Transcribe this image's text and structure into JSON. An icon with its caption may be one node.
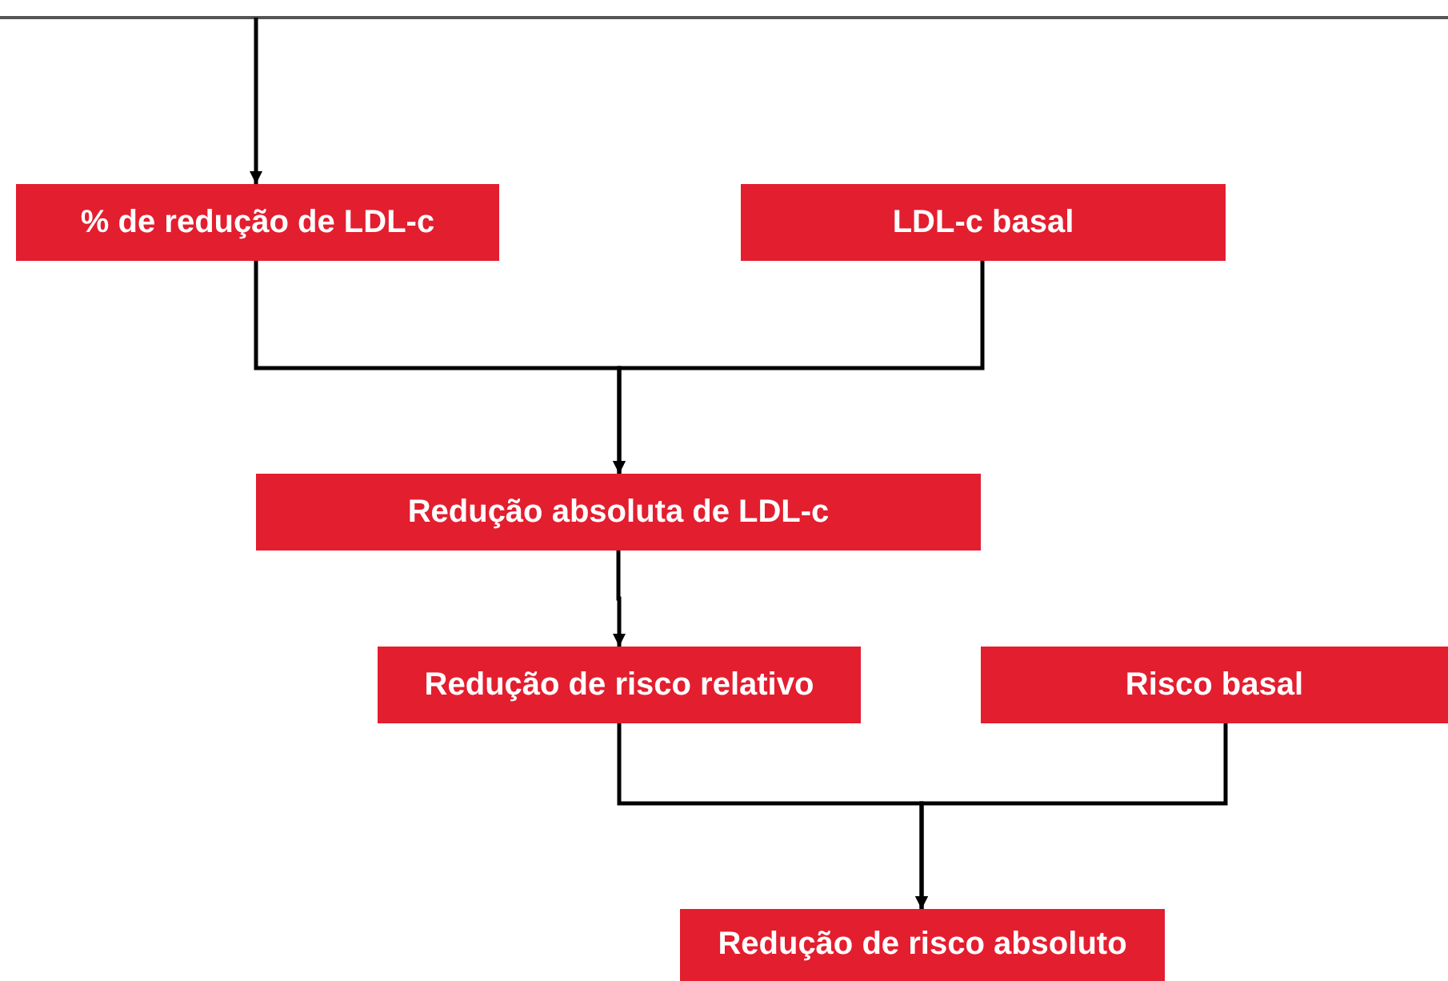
{
  "diagram": {
    "nodes": [
      {
        "text": [
          "% de redução de LDL-c"
        ]
      },
      {
        "text": [
          "LDL-c basal"
        ]
      },
      {
        "text": [
          "Redução absoluta de LDL-c"
        ]
      },
      {
        "text": [
          "Redução de risco relativo"
        ]
      },
      {
        "text": [
          "Risco basal"
        ]
      },
      {
        "text": [
          "Redução de risco absoluto"
        ]
      }
    ],
    "edges": [
      {
        "from": null,
        "to": 0,
        "arrow": "to"
      },
      {
        "from": 0,
        "to": 2,
        "arrow": "to"
      },
      {
        "from": 1,
        "to": 2,
        "arrow": "to"
      },
      {
        "from": 2,
        "to": 3,
        "arrow": "to"
      },
      {
        "from": 3,
        "to": 5,
        "arrow": "to"
      },
      {
        "from": 4,
        "to": 5,
        "arrow": "to"
      }
    ]
  }
}
